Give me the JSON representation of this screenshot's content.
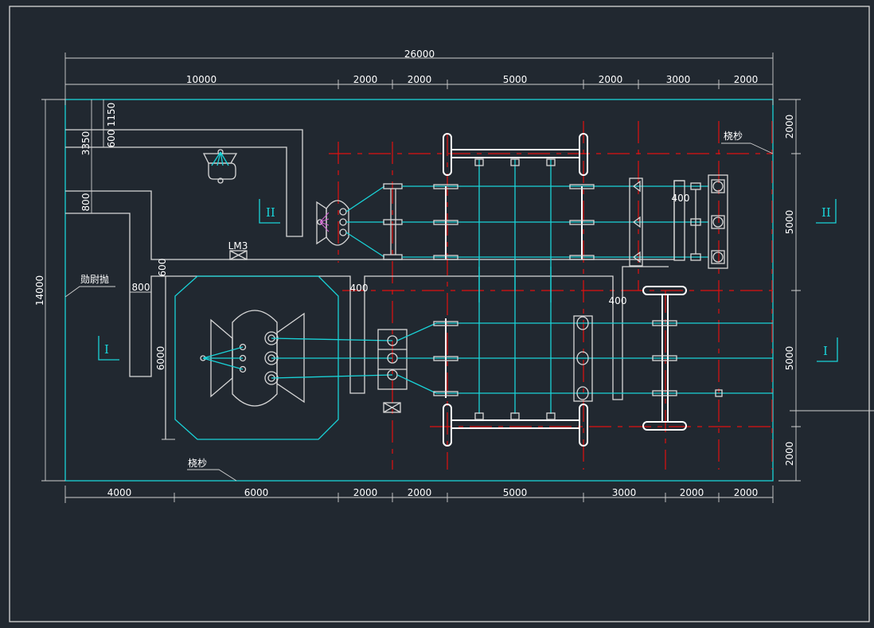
{
  "drawing": {
    "dims_top_total": "26000",
    "dims_top": [
      "10000",
      "2000",
      "2000",
      "5000",
      "2000",
      "3000",
      "2000"
    ],
    "dims_bottom": [
      "4000",
      "6000",
      "2000",
      "2000",
      "5000",
      "3000",
      "2000",
      "2000"
    ],
    "dims_right": [
      "2000",
      "5000",
      "5000",
      "2000"
    ],
    "dim_left_total": "14000",
    "dims_left_inner": [
      "1150",
      "600",
      "3350",
      "800"
    ],
    "dim_600_b": "600",
    "dim_800_b": "800",
    "dim_6000": "6000",
    "dim_400_a": "400",
    "dim_400_b": "400",
    "dim_400_c": "400",
    "label_lm3": "LM3",
    "label_road_top": "桡杪",
    "label_road_bottom": "桡杪",
    "label_left": "勋尉抛",
    "section_marks": [
      "II",
      "II",
      "I",
      "I"
    ]
  },
  "colors": {
    "background": "#212830",
    "cyan": "#19d3d8",
    "red": "#e01010",
    "white": "#d8d8d8"
  }
}
